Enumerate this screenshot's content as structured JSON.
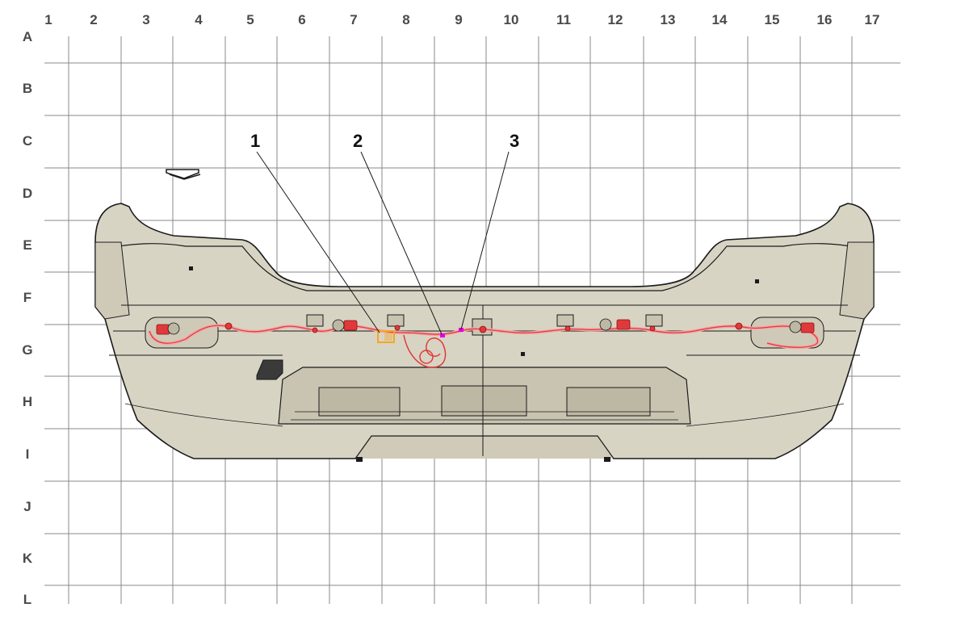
{
  "grid": {
    "columns": [
      "1",
      "2",
      "3",
      "4",
      "5",
      "6",
      "7",
      "8",
      "9",
      "10",
      "11",
      "12",
      "13",
      "14",
      "15",
      "16",
      "17"
    ],
    "rows": [
      "A",
      "B",
      "C",
      "D",
      "E",
      "F",
      "G",
      "H",
      "I",
      "J",
      "K",
      "L"
    ],
    "line_color": "#8a8a8a"
  },
  "callouts": [
    {
      "id": "1",
      "label": "1"
    },
    {
      "id": "2",
      "label": "2"
    },
    {
      "id": "3",
      "label": "3"
    }
  ],
  "colors": {
    "bumper_fill": "#d8d4c4",
    "bumper_stroke": "#1a1a1a",
    "harness": "#e0393b",
    "harness_light": "#f3a6a6",
    "connector_orange": "#f5a623",
    "connector_magenta": "#e000e0"
  },
  "icons": {
    "front_arrow": "arrow-down-icon"
  }
}
